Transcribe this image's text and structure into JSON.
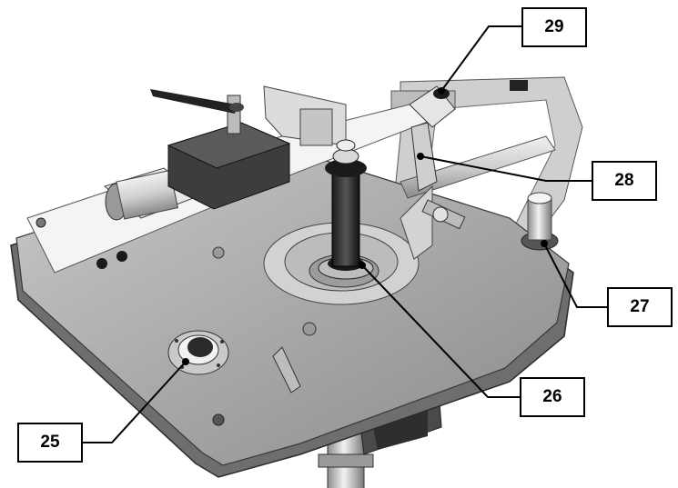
{
  "callouts": [
    {
      "id": "29",
      "label": "29"
    },
    {
      "id": "28",
      "label": "28"
    },
    {
      "id": "27",
      "label": "27"
    },
    {
      "id": "26",
      "label": "26"
    },
    {
      "id": "25",
      "label": "25"
    }
  ],
  "colors": {
    "line": "#000000",
    "box_fill": "#ffffff",
    "metal_light": "#d9d9d9",
    "metal_dark": "#3a3a3a"
  }
}
